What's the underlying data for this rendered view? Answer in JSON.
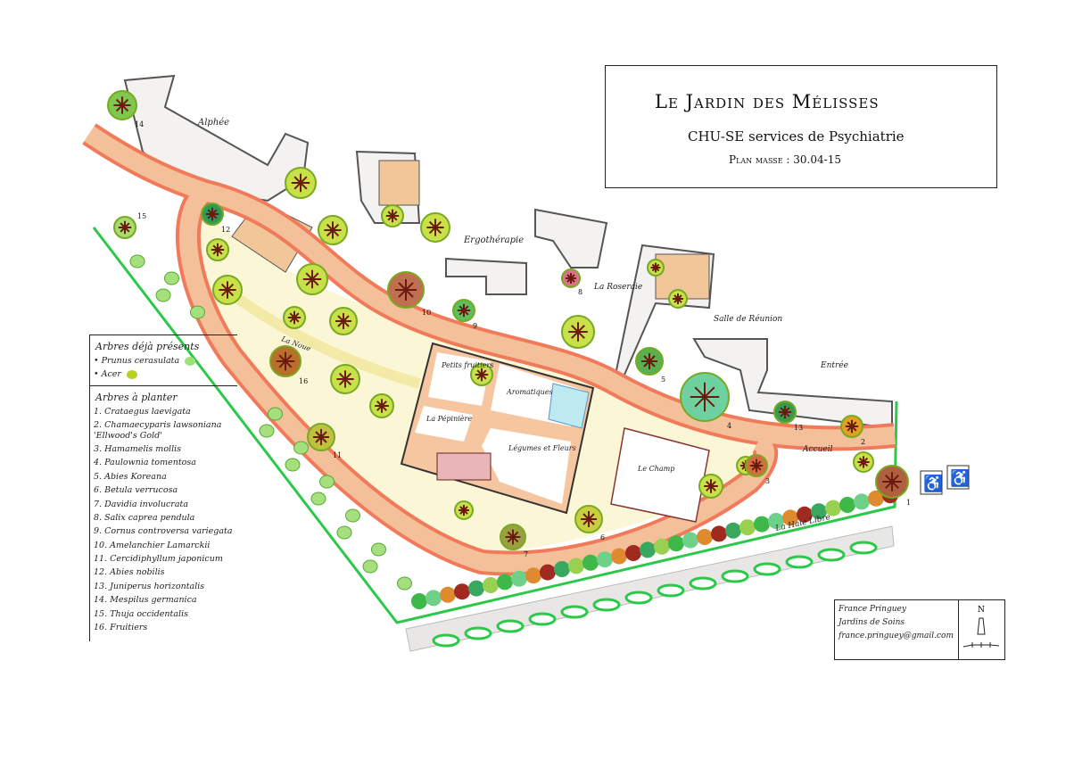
{
  "title": {
    "name": "Le Jardin des Mélisses",
    "subtitle": "CHU-SE services de Psychiatrie",
    "plan": "Plan masse : 30.04-15"
  },
  "legend": {
    "existing_heading": "Arbres déjà présents",
    "existing": [
      {
        "label": "Prunus cerasulata",
        "color": "#9ee07a"
      },
      {
        "label": "Acer",
        "color": "#b8d020"
      }
    ],
    "to_plant_heading": "Arbres à planter",
    "to_plant": [
      "1. Crataegus laevigata",
      "2. Chamaecyparis lawsoniana 'Ellwood's Gold'",
      "3. Hamamelis mollis",
      "4. Paulownia tomentosa",
      "5. Abies Koreana",
      "6. Betula verrucosa",
      "7. Davidia involucrata",
      "8. Salix caprea pendula",
      "9. Cornus controversa variegata",
      "10. Amelanchier Lamarckii",
      "11. Cercidiphyllum japonicum",
      "12. Abies nobilis",
      "13. Juniperus horizontalis",
      "14. Mespilus germanica",
      "15. Thuja occidentalis",
      "16. Fruitiers"
    ]
  },
  "zones": {
    "alphee": "Alphée",
    "ergotherapie": "Ergothérapie",
    "roseraie": "La Roseraie",
    "salle": "Salle de Réunion",
    "entree": "Entrée",
    "accueil": "Accueil",
    "champ": "Le Champ",
    "haie": "La Haie Libre",
    "noue": "La Noue",
    "petits_fruits": "Petits fruitiers",
    "aromatiques": "Aromatiques",
    "pepiniere": "La Pépinière",
    "legumes": "Légumes et Fleurs"
  },
  "tree_numbers": [
    "14",
    "12",
    "15",
    "10",
    "16",
    "11",
    "9",
    "8",
    "5",
    "4",
    "13",
    "2",
    "3",
    "6",
    "7",
    "1"
  ],
  "signature": {
    "name": "France Pringuey",
    "company": "Jardins de Soins",
    "email": "france.pringuey@gmail.com",
    "north": "N"
  },
  "colors": {
    "path": "#f07a5a",
    "path_fill": "#f3b890",
    "boundary": "#2cc84a",
    "building": "#555555"
  }
}
